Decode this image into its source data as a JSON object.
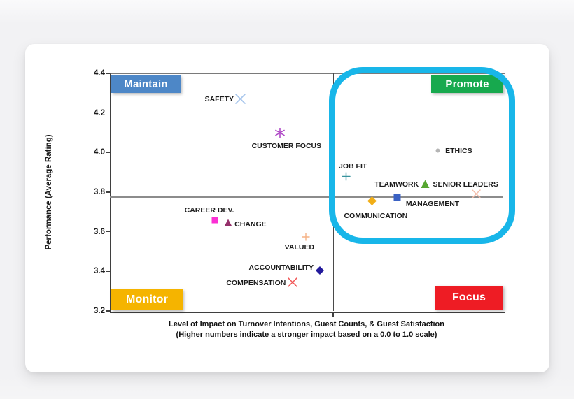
{
  "page": {
    "background": "#f2f2f4",
    "card_background": "#ffffff"
  },
  "chart_data": {
    "type": "scatter",
    "title": "",
    "ylabel": "Performance (Average Rating)",
    "xlabel_line1": "Level of Impact on Turnover Intentions, Guest Counts, & Guest Satisfaction",
    "xlabel_line2": "(Higher numbers indicate a stronger impact based on a 0.0 to 1.0 scale)",
    "ylim": [
      3.2,
      4.4
    ],
    "yticks": [
      "4.4",
      "4.2",
      "4.0",
      "3.8",
      "3.6",
      "3.4",
      "3.2"
    ],
    "xlim": [
      0.0,
      1.0
    ],
    "grid": false,
    "quadrant_divider": {
      "x": 0.568,
      "y": 3.775
    },
    "quadrants": [
      {
        "id": "maintain",
        "label": "Maintain",
        "color": "#4d87c7",
        "position": "top-left"
      },
      {
        "id": "promote",
        "label": "Promote",
        "color": "#17a94e",
        "position": "top-right"
      },
      {
        "id": "monitor",
        "label": "Monitor",
        "color": "#f5b400",
        "position": "bottom-left"
      },
      {
        "id": "focus",
        "label": "Focus",
        "color": "#ee1c24",
        "position": "bottom-right"
      }
    ],
    "series": [
      {
        "name": "SAFETY",
        "x": 0.331,
        "y": 4.27,
        "marker": "x",
        "color": "#a9c6ec",
        "size": 15,
        "label_pos": "left",
        "dx": 0,
        "dy": 0
      },
      {
        "name": "CUSTOMER FOCUS",
        "x": 0.433,
        "y": 4.1,
        "marker": "asterisk",
        "color": "#ad44c5",
        "size": 14,
        "label_pos": "below",
        "dx": 9,
        "dy": 5
      },
      {
        "name": "ETHICS",
        "x": 0.833,
        "y": 4.01,
        "marker": "circle",
        "color": "#b5b5b5",
        "size": 7,
        "label_pos": "right",
        "dx": 1,
        "dy": 0
      },
      {
        "name": "JOB FIT",
        "x": 0.6,
        "y": 3.88,
        "marker": "plus",
        "color": "#39949e",
        "size": 13,
        "label_pos": "above",
        "dx": 10,
        "dy": 0
      },
      {
        "name": "TEAMWORK",
        "x": 0.801,
        "y": 3.84,
        "marker": "triangle",
        "color": "#56a631",
        "size": 13,
        "label_pos": "left",
        "dx": 0,
        "dy": 0
      },
      {
        "name": "SENIOR LEADERS",
        "x": 0.931,
        "y": 3.79,
        "marker": "x",
        "color": "#f5bca8",
        "size": 13,
        "label_pos": "above",
        "dx": -15,
        "dy": 0
      },
      {
        "name": "MANAGEMENT",
        "x": 0.731,
        "y": 3.775,
        "marker": "square",
        "color": "#3b62c4",
        "size": 11,
        "label_pos": "below-right",
        "dx": 0,
        "dy": 0
      },
      {
        "name": "COMMUNICATION",
        "x": 0.667,
        "y": 3.755,
        "marker": "diamond",
        "color": "#f1ae17",
        "size": 13,
        "label_pos": "below",
        "dx": 5,
        "dy": 7
      },
      {
        "name": "CAREER DEV.",
        "x": 0.267,
        "y": 3.66,
        "marker": "square",
        "color": "#fb2fd4",
        "size": 10,
        "label_pos": "above",
        "dx": -8,
        "dy": 0
      },
      {
        "name": "CHANGE",
        "x": 0.301,
        "y": 3.645,
        "marker": "triangle",
        "color": "#96316b",
        "size": 12,
        "label_pos": "right",
        "dx": -1,
        "dy": 2
      },
      {
        "name": "VALUED",
        "x": 0.498,
        "y": 3.575,
        "marker": "plus",
        "color": "#f6b285",
        "size": 12,
        "label_pos": "below",
        "dx": -9,
        "dy": 1
      },
      {
        "name": "ACCOUNTABILITY",
        "x": 0.534,
        "y": 3.405,
        "marker": "diamond",
        "color": "#231a9c",
        "size": 12,
        "label_pos": "left",
        "dx": 0,
        "dy": -4
      },
      {
        "name": "COMPENSATION",
        "x": 0.465,
        "y": 3.345,
        "marker": "x",
        "color": "#f15656",
        "size": 14,
        "label_pos": "left",
        "dx": -1,
        "dy": 1
      }
    ]
  },
  "highlight": {
    "shape": "rounded-rectangle",
    "color": "#18b6e9",
    "target": "Promote quadrant"
  }
}
